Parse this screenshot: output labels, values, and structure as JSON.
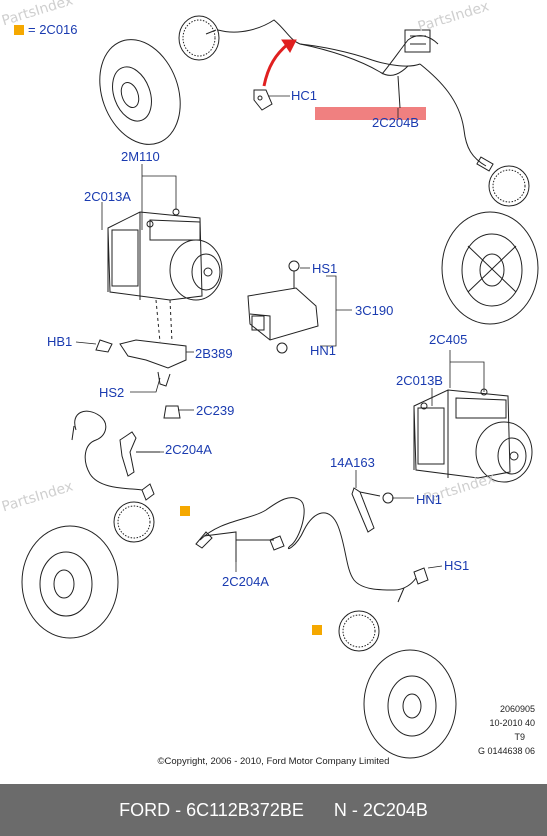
{
  "watermark": "PartsIndex",
  "legend": {
    "label": "= 2C016",
    "color": "#f5a800"
  },
  "highlight_color": "#f08080",
  "callouts": {
    "hc1": "HC1",
    "c204b": "2C204B",
    "m110": "2M110",
    "c013a": "2C013A",
    "hs1_top": "HS1",
    "c190": "3C190",
    "hn1_top": "HN1",
    "hb1": "HB1",
    "b389": "2B389",
    "hs2": "HS2",
    "c239": "2C239",
    "c204a_top": "2C204A",
    "c405": "2C405",
    "c013b": "2C013B",
    "a163": "14A163",
    "hn1_bottom": "HN1",
    "hs1_bottom": "HS1",
    "c204a_bottom": "2C204A"
  },
  "drawing_meta": [
    "2060905",
    "10-2010 40",
    "T9",
    "G 0144638 06"
  ],
  "copyright": "©Copyright, 2006 - 2010, Ford Motor Company Limited",
  "footer": {
    "part": "FORD - 6C112B372BE",
    "ref": "N - 2C204B"
  }
}
